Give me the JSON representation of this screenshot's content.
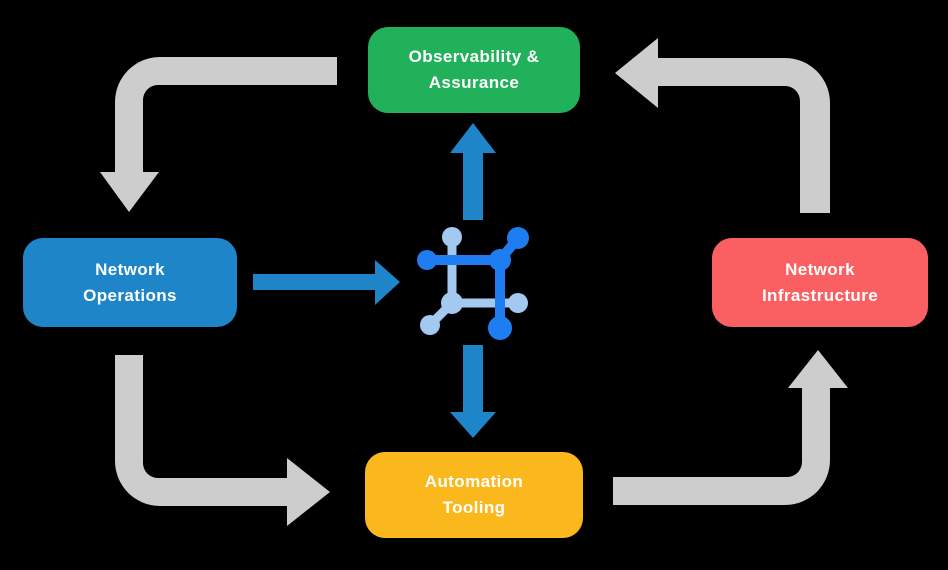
{
  "canvas": {
    "background": "#000000"
  },
  "colors": {
    "arrow_gray": "#cdcdcd",
    "arrow_blue": "#1e86c8",
    "icon_dark_blue": "#1e7df0",
    "icon_light_blue": "#a3c9f0",
    "text": "#ffffff"
  },
  "nodes": {
    "observability": {
      "line1": "Observability &",
      "line2": "Assurance",
      "color": "#22b15b"
    },
    "operations": {
      "line1": "Network",
      "line2": "Operations",
      "color": "#1e86c8"
    },
    "infrastructure": {
      "line1": "Network",
      "line2": "Infrastructure",
      "color": "#fa6062"
    },
    "automation": {
      "line1": "Automation",
      "line2": "Tooling",
      "color": "#fbb81d"
    }
  },
  "icons": {
    "center": "network-mesh-icon"
  }
}
